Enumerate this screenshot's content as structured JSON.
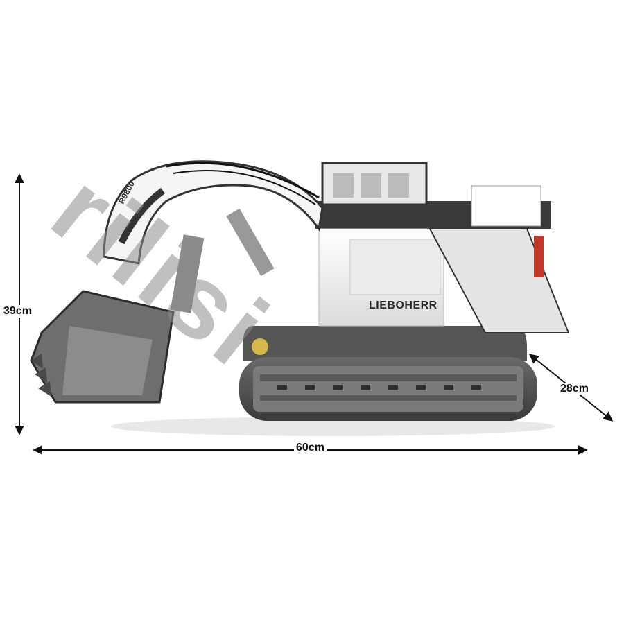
{
  "product": {
    "brand_label": "LIEBOHERR",
    "boom_label": "R9800"
  },
  "dimensions": {
    "height": "39cm",
    "width": "60cm",
    "depth": "28cm"
  },
  "watermark": {
    "text": "rilisi"
  },
  "colors": {
    "body": "#f2f2f2",
    "dark_parts": "#3a3a3a",
    "track": "#4a4a4a",
    "accent_red": "#c0392b",
    "accent_yellow": "#d8b84a",
    "arrow": "#111111"
  },
  "icons": [
    "arrow-icon"
  ]
}
